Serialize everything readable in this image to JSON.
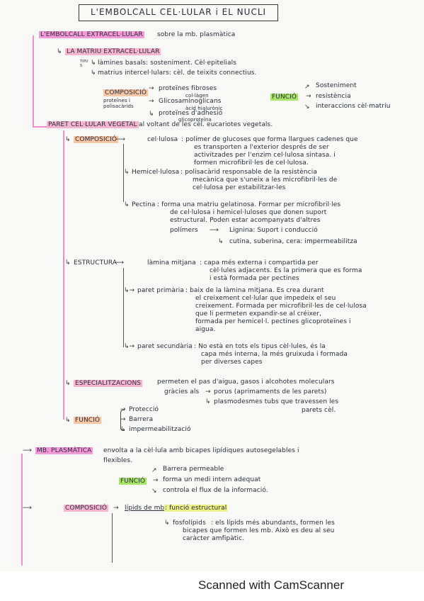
{
  "title": "L'EMBOLCALL CEL·LULAR i EL NUCLI",
  "s1": {
    "head": "L'EMBOLCALL EXTRACEL·LULAR",
    "head_note": "sobre la mb. plasmàtica",
    "matriu": "LA MATRIU EXTRACEL·LULAR",
    "tipus": "TIPUS",
    "l1": "làmines basals: sosteniment. Cèl·epitelials",
    "l2": "matrius intercel·lulars: cèl. de teixits connectius.",
    "comp": "COMPOSICIÓ",
    "comp_note": "proteïnes i polisacàrids",
    "c1": "proteïnes fibroses",
    "c1_note": "col·làgen",
    "c2": "Glicosaminoglicans",
    "c2_note": "àcid hialurònic",
    "c3": "proteïnes d'adhesió",
    "c3_note": "glicoproteïna",
    "funcio": "FUNCIÓ",
    "f1": "Sosteniment",
    "f2": "resistència",
    "f3": "interaccions cèl·matriu"
  },
  "s2": {
    "head": "PARET CEL·LULAR VEGETAL",
    "head_note": "al voltant de les cèl. eucariotes vegetals.",
    "comp": "COMPOSICIÓ",
    "cel_label": "cel·lulosa",
    "cel_1": ": polímer de glucoses que forma llargues cadenes que",
    "cel_2": "es transporten a l'exterior després de ser",
    "cel_3": "activitzades per l'enzim cel·lulosa sintasa. i",
    "cel_4": "formen microfibril·les de cel·lulosa.",
    "hem_label": "Hemicel·lulosa",
    "hem_1": ": polisacàrid responsable de la resistència",
    "hem_2": "mecànica que s'uneix a les microfibril·les de",
    "hem_3": "cel·lulosa per estabilitzar-les",
    "pec_label": "Pectina",
    "pec_1": ": forma una matriu gelatinosa. Formar per microfibril·les",
    "pec_2": "de cel·lulosa i hemicel·luloses que donen suport",
    "pec_3": "estructural. Poden estar acompanyats d'altres",
    "pec_4": "polímers",
    "lig": "Lignina: Suport i conducció",
    "cut": "cutina, suberina, cera: impermeabilitza",
    "estr": "ESTRUCTURA",
    "lam_label": "làmina mitjana",
    "lam_1": ": capa més externa i compartida per",
    "lam_2": "cèl·lules adjacents. Es la primera que es forma",
    "lam_3": "i està formada per pectines",
    "pp_label": "paret primària",
    "pp_1": ": baix de la làmina mitjana. Es crea durant",
    "pp_2": "el creixement cel·lular que impedeix el seu",
    "pp_3": "creixement. Formada per microfibril·les de cel·lulosa",
    "pp_4": "que li permeten expandir-se al créixer,",
    "pp_5": "formada per hemicel·l. pectines glicoproteïnes i",
    "pp_6": "aigua.",
    "ps_label": "paret secundària",
    "ps_1": ": No està en tots els tipus cèl·lules, és la",
    "ps_2": "capa més interna, la més gruixuda i formada",
    "ps_3": "per diverses capes",
    "esp": "ESPECIALITZACIONS",
    "esp_1": "permeten el pas d'aigua, gasos i alcohotes moleculars",
    "esp_2": "gràcies als",
    "esp_3": "porus (aprimaments de les parets)",
    "esp_4": "plasmodesmes tubs que travessen les",
    "esp_5": "parets cèl.",
    "fun": "FUNCIÓ",
    "fun_1": "Protecció",
    "fun_2": "Barrera",
    "fun_3": "impermeabilització"
  },
  "s3": {
    "head": "MB. PLASMÀTICA",
    "head_1": "envolta a la cèl·lula amb bicapes lipídiques autosegelables i",
    "head_2": "flexibles.",
    "fun": "FUNCIÓ",
    "f1": "Barrera permeable",
    "f2": "forma un medi intern adequat",
    "f3": "controla el flux de la informació.",
    "comp": "COMPOSICIÓ",
    "lip": "lípids de mb",
    "lip_note": ": funció estructural",
    "fos_label": "fosfolípids",
    "fos_1": ": els lípids més abundants, formen les",
    "fos_2": "bicapes que formen les mb. Això es deu al seu",
    "fos_3": "caràcter amfipàtic."
  },
  "footer": "Scanned with CamScanner"
}
